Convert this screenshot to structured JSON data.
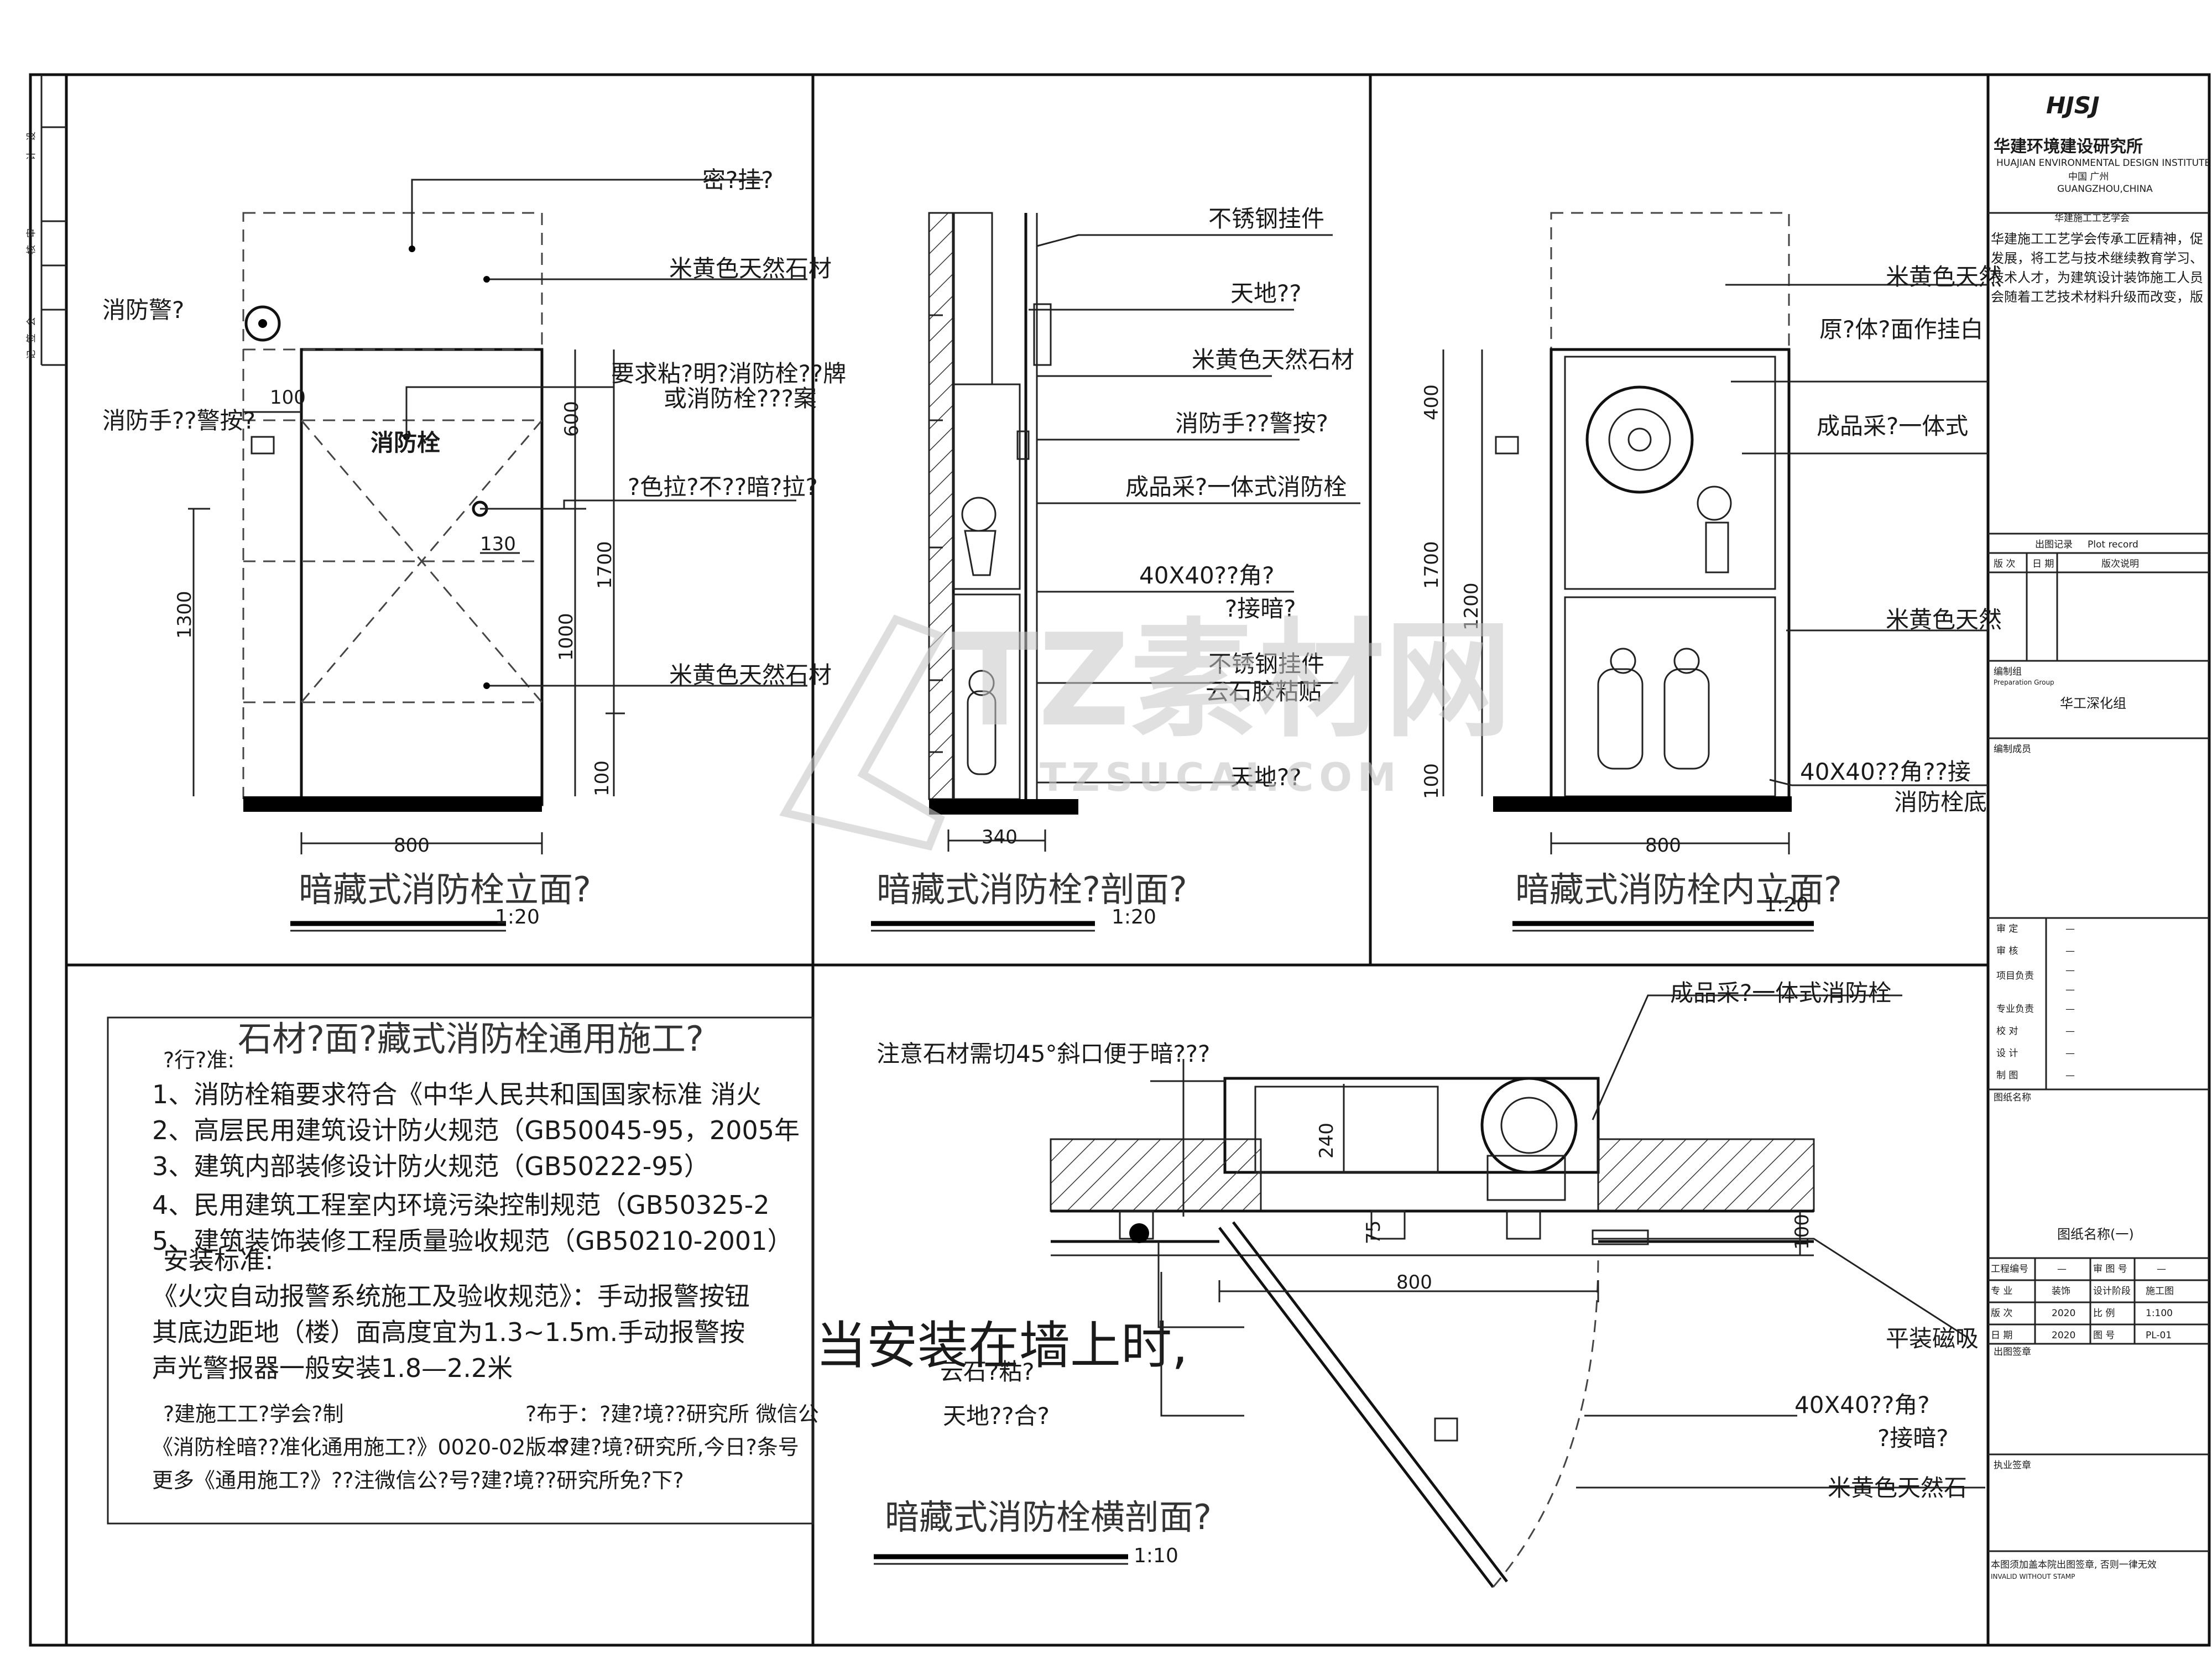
{
  "side_strip": {
    "labels": [
      "设",
      "计",
      "审",
      "核",
      "会",
      "签",
      "记"
    ]
  },
  "elevation": {
    "labels": {
      "mi_gua": "密?挂?",
      "stone1": "米黄色天然石材",
      "alarm": "消防警?",
      "sticker": "要求粘?明?消防栓??牌",
      "sticker2": "或消防栓???案",
      "button": "消防手??警按?",
      "hydrant": "消防栓",
      "handle": "?色拉?不??暗?拉?",
      "stone2": "米黄色天然石材"
    },
    "dims": {
      "d100": "100",
      "d600": "600",
      "d130": "130",
      "d1700": "1700",
      "d1300": "1300",
      "d1000": "1000",
      "d100b": "100",
      "d800": "800"
    },
    "title": "暗藏式消防栓立面?",
    "scale": "1:20"
  },
  "section": {
    "labels": {
      "steel_hang": "不锈钢挂件",
      "tiandi": "天地??",
      "stone": "米黄色天然石材",
      "button": "消防手??警按?",
      "cabinet": "成品采?一体式消防栓",
      "angle": "40X40??角?",
      "joint": "?接暗?",
      "steel_hang2": "不锈钢挂件",
      "glue": "云石胶粘贴",
      "tiandi2": "天地??"
    },
    "dims": {
      "d340": "340"
    },
    "title": "暗藏式消防栓?剖面?",
    "scale": "1:20"
  },
  "inner": {
    "labels": {
      "stone": "米黄色天然",
      "origin": "原?体?面作挂白",
      "cabinet": "成品采?一体式",
      "stone2": "米黄色天然",
      "angle": "40X40??角??接",
      "base": "消防栓底"
    },
    "dims": {
      "d400": "400",
      "d1700": "1700",
      "d1200": "1200",
      "d100": "100",
      "d800": "800"
    },
    "title": "暗藏式消防栓内立面?",
    "scale": "1:20"
  },
  "notes": {
    "title": "石材?面?藏式消防栓通用施工?",
    "subtitle": "?行?准:",
    "items": [
      "1、消防栓箱要求符合《中华人民共和国国家标准 消火",
      "2、高层民用建筑设计防火规范（GB50045-95，2005年",
      "3、建筑内部装修设计防火规范（GB50222-95）",
      "4、民用建筑工程室内环境污染控制规范（GB50325-2",
      "5、建筑装饰装修工程质量验收规范（GB50210-2001）"
    ],
    "install_title": "安装标准:",
    "install_lines": [
      "《火灾自动报警系统施工及验收规范》：手动报警按钮",
      "其底边距地（楼）面高度宜为1.3~1.5m.手动报警按",
      "声光警报器一般安装1.8—2.2米"
    ],
    "footer": [
      "?建施工工?学会?制",
      "?布于：?建?境??研究所 微信公",
      "《消防栓暗??准化通用施工?》0020-02版本",
      "?建?境?研究所,今日?条号",
      "更多《通用施工?》??注微信公?号?建?境??研究所免?下?"
    ]
  },
  "overlay_text": "当安装在墙上时,",
  "plan": {
    "labels": {
      "cabinet": "成品采?一体式消防栓",
      "note45": "注意石材需切45°斜口便于暗???",
      "magnet": "平装磁吸",
      "glue": "云石?粘?",
      "tiandi": "天地??合?",
      "angle": "40X40??角?",
      "joint": "?接暗?",
      "stone": "米黄色天然石"
    },
    "dims": {
      "d240": "240",
      "d75": "75",
      "d800": "800",
      "d100": "100"
    },
    "title": "暗藏式消防栓横剖面?",
    "scale": "1:10"
  },
  "title_block": {
    "logo": "HJSJ",
    "company": "华建环境建设研究所",
    "company_en": "HUAJIAN ENVIRONMENTAL DESIGN INSTITUTE",
    "location": "中国 广州",
    "location_en": "GUANGZHOU,CHINA",
    "society": "华建施工工艺学会",
    "intro": [
      "华建施工工艺学会传承工匠精神，促",
      "发展，将工艺与技术继续教育学习、",
      "技术人才，为建筑设计装饰施工人员",
      "会随着工艺技术材料升级而改变，版"
    ],
    "record_title": "出图记录",
    "record_sub": "Plot record",
    "record_cols": [
      "版 次",
      "日 期",
      "版次说明"
    ],
    "editor_label": "编制组",
    "editor_sub": "Preparation Group",
    "editor_value": "华工深化组",
    "members_label": "编制成员",
    "sign_rows": [
      {
        "label": "审 定",
        "value": "—"
      },
      {
        "label": "审 核",
        "value": "—"
      },
      {
        "label": "项目负责",
        "value": "—"
      },
      {
        "label": "",
        "value": "—"
      },
      {
        "label": "专业负责",
        "value": "—"
      },
      {
        "label": "校 对",
        "value": "—"
      },
      {
        "label": "设 计",
        "value": "—"
      },
      {
        "label": "制 图",
        "value": "—"
      }
    ],
    "drawing_name_label": "图纸名称",
    "drawing_name": "图纸名称(一)",
    "info_rows": [
      [
        "工程编号",
        "—",
        "审 图 号",
        "—"
      ],
      [
        "专 业",
        "装饰",
        "设计阶段",
        "施工图"
      ],
      [
        "版 次",
        "2020",
        "比 例",
        "1:100"
      ],
      [
        "日 期",
        "2020",
        "图 号",
        "PL-01"
      ]
    ],
    "out_sign": "出图签章",
    "license_sign": "执业签章",
    "disclaimer": "本图须加盖本院出图签章, 否则一律无效",
    "disclaimer_sub": "INVALID WITHOUT STAMP"
  },
  "watermark": {
    "main": "TZ素材网",
    "url": "TZSUCAI.COM"
  }
}
